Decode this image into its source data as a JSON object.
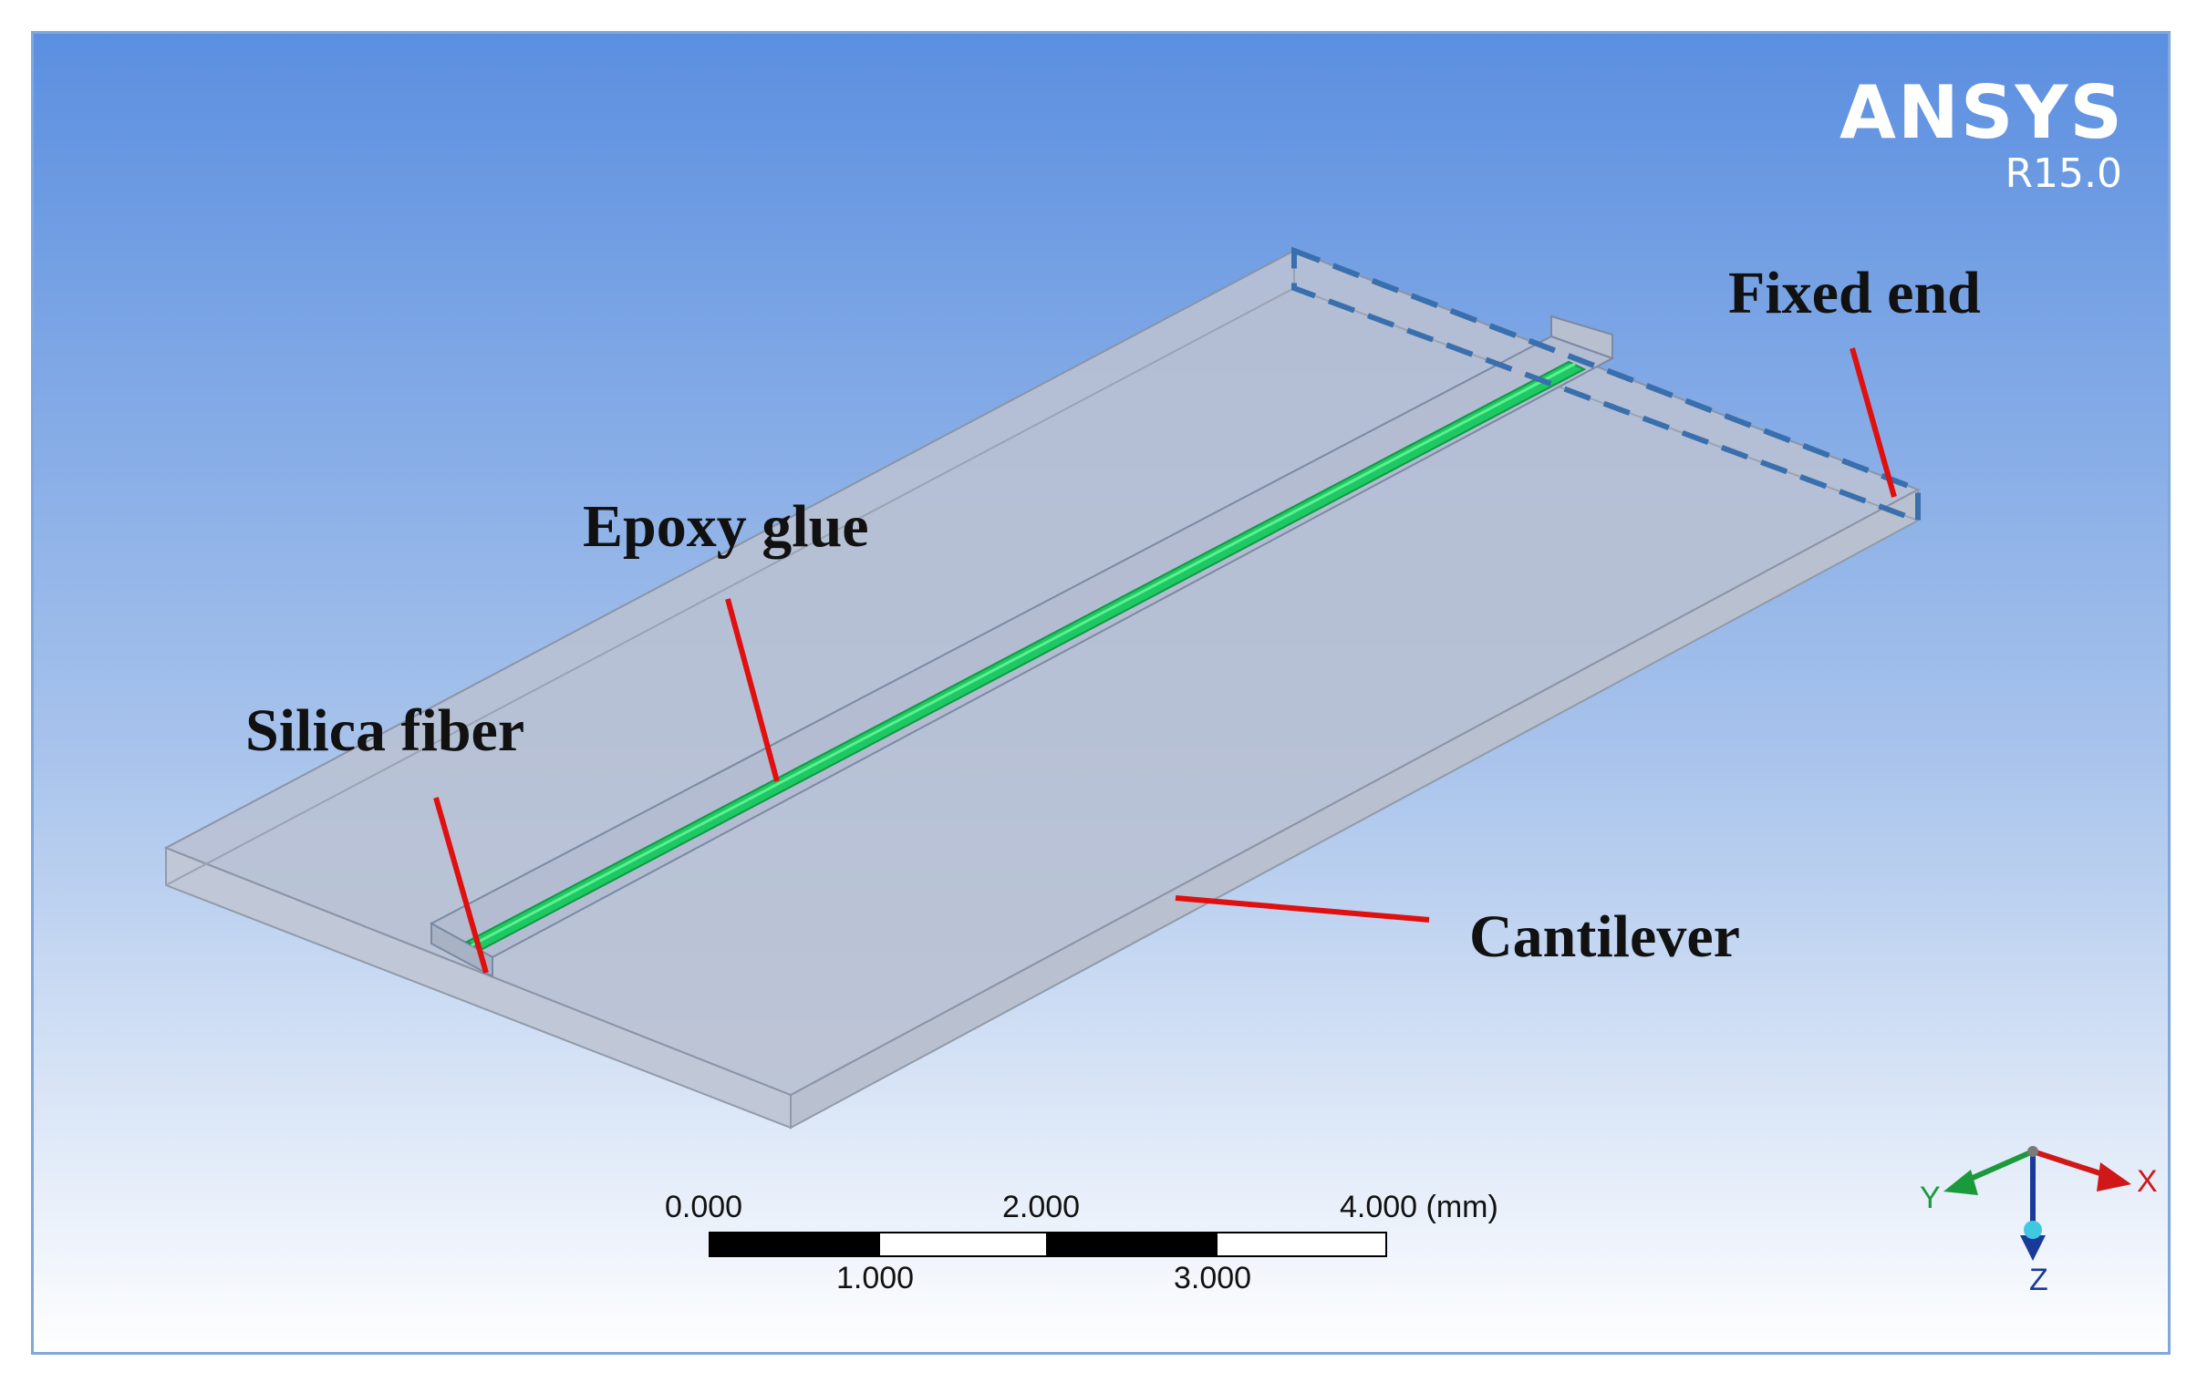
{
  "brand": {
    "name": "ANSYS",
    "version": "R15.0"
  },
  "labels": {
    "fixed_end": "Fixed end",
    "epoxy_glue": "Epoxy glue",
    "silica_fiber": "Silica fiber",
    "cantilever": "Cantilever"
  },
  "scale_bar": {
    "top_ticks": [
      "0.000",
      "2.000",
      "4.000 (mm)"
    ],
    "bottom_ticks": [
      "1.000",
      "3.000"
    ]
  },
  "axes": {
    "x": "X",
    "y": "Y",
    "z": "Z"
  },
  "colors": {
    "background_top": "#5b8fe0",
    "background_bottom": "#ffffff",
    "leader_line": "#e01010",
    "fiber": "#1ec864",
    "fixed_edge": "#3a6fae",
    "axis_x": "#d01818",
    "axis_y": "#1a9a3a",
    "axis_z": "#1a3a9a"
  }
}
